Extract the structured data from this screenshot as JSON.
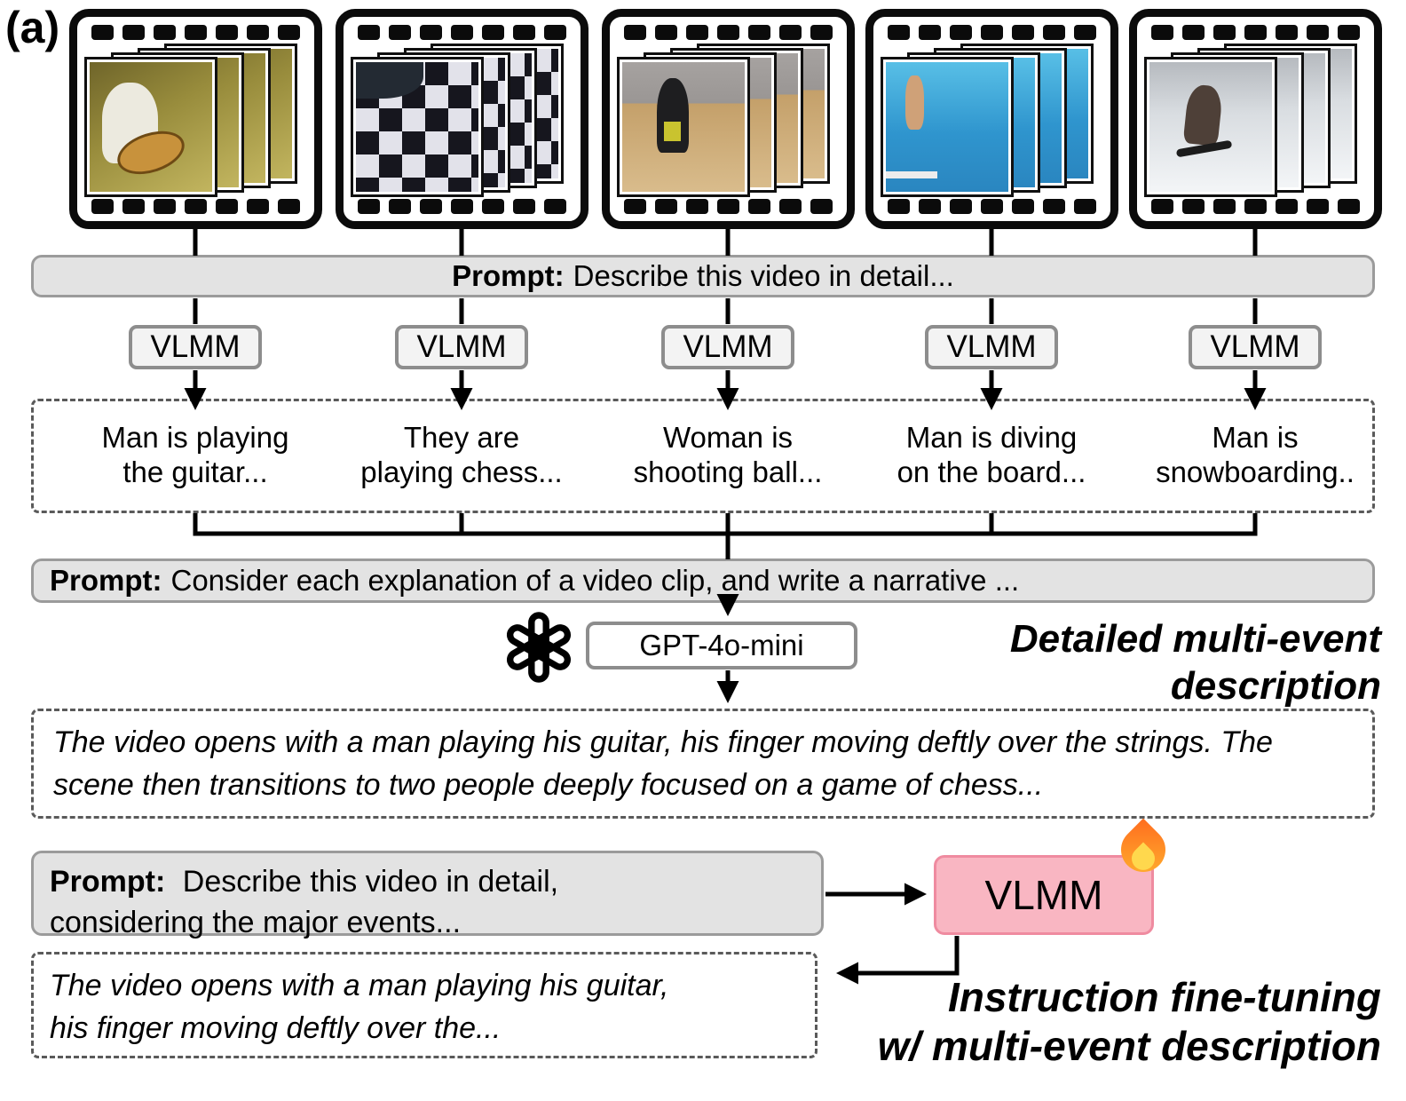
{
  "panel_label": "(a)",
  "prompt_bar_1": {
    "prefix": "Prompt:",
    "text": "Describe this video in detail..."
  },
  "vlmm_label": "VLMM",
  "clips": [
    {
      "name": "guitar",
      "line1": "Man is playing",
      "line2": "the guitar..."
    },
    {
      "name": "chess",
      "line1": "They are",
      "line2": "playing chess..."
    },
    {
      "name": "basketball",
      "line1": "Woman is",
      "line2": "shooting ball..."
    },
    {
      "name": "diving",
      "line1": "Man is diving",
      "line2": "on the board..."
    },
    {
      "name": "snowboard",
      "line1": "Man is",
      "line2": "snowboarding.."
    }
  ],
  "prompt_bar_2": {
    "prefix": "Prompt:",
    "text": "Consider each explanation of a video clip, and write a narrative ..."
  },
  "gpt_box": {
    "label": "GPT-4o-mini",
    "icon": "openai-logo-icon"
  },
  "detailed_label": {
    "line1": "Detailed multi-event",
    "line2": "description"
  },
  "multi_event_description": "The video opens with a man playing his guitar, his finger moving deftly over the strings. The scene then transitions to two people deeply focused on a game of chess...",
  "prompt_bar_3": {
    "prefix": "Prompt:",
    "line1": "Describe this video in detail,",
    "line2": "considering the major events..."
  },
  "finetune_vlmm": {
    "label": "VLMM",
    "icon": "fire-icon"
  },
  "finetune_output": {
    "line1": "The video opens with a man playing his guitar,",
    "line2": "his finger moving deftly over the..."
  },
  "finetune_label": {
    "line1": "Instruction fine-tuning",
    "line2": "w/ multi-event description"
  },
  "colors": {
    "prompt_bar_bg": "#e3e3e3",
    "finetune_vlmm_bg": "#f9b6c2",
    "wire": "#000000"
  }
}
